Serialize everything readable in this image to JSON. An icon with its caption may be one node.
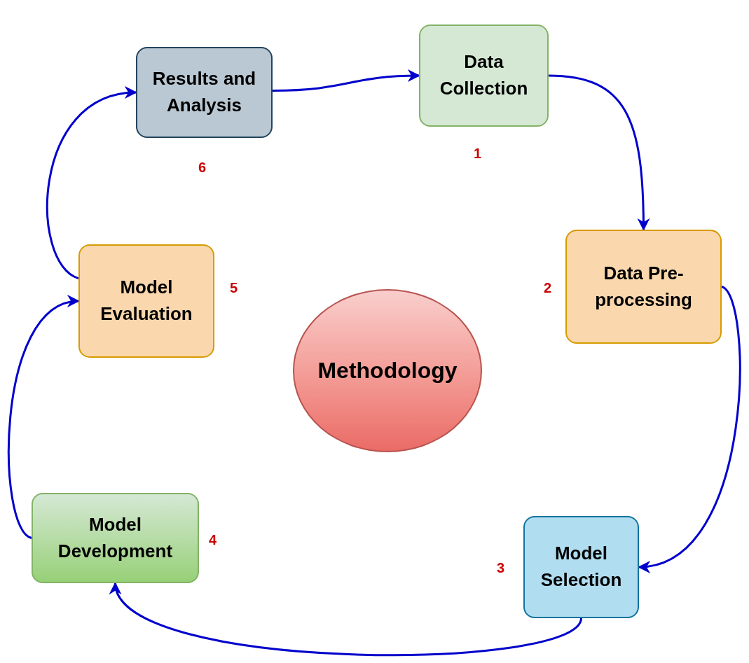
{
  "diagram": {
    "nodes": [
      {
        "text": [
          "Data Collection"
        ],
        "beside": [
          "1"
        ]
      },
      {
        "text": [
          "Data Pre-processing"
        ],
        "beside": [
          "2"
        ]
      },
      {
        "text": [
          "Model Selection"
        ],
        "beside": [
          "3"
        ]
      },
      {
        "text": [
          "Model Development"
        ],
        "beside": [
          "4"
        ]
      },
      {
        "text": [
          "Model Evaluation"
        ],
        "beside": [
          "5"
        ]
      },
      {
        "text": [
          "Results and Analysis"
        ],
        "beside": [
          "6"
        ]
      },
      {
        "text": [
          "Methodology"
        ]
      }
    ],
    "edges": [
      {
        "from": 5,
        "to": 0,
        "arrow": "to"
      },
      {
        "from": 0,
        "to": 1,
        "arrow": "to"
      },
      {
        "from": 1,
        "to": 2,
        "arrow": "to"
      },
      {
        "from": 2,
        "to": 3,
        "arrow": "to"
      },
      {
        "from": 3,
        "to": 4,
        "arrow": "to"
      },
      {
        "from": 4,
        "to": 5,
        "arrow": "to"
      }
    ]
  }
}
